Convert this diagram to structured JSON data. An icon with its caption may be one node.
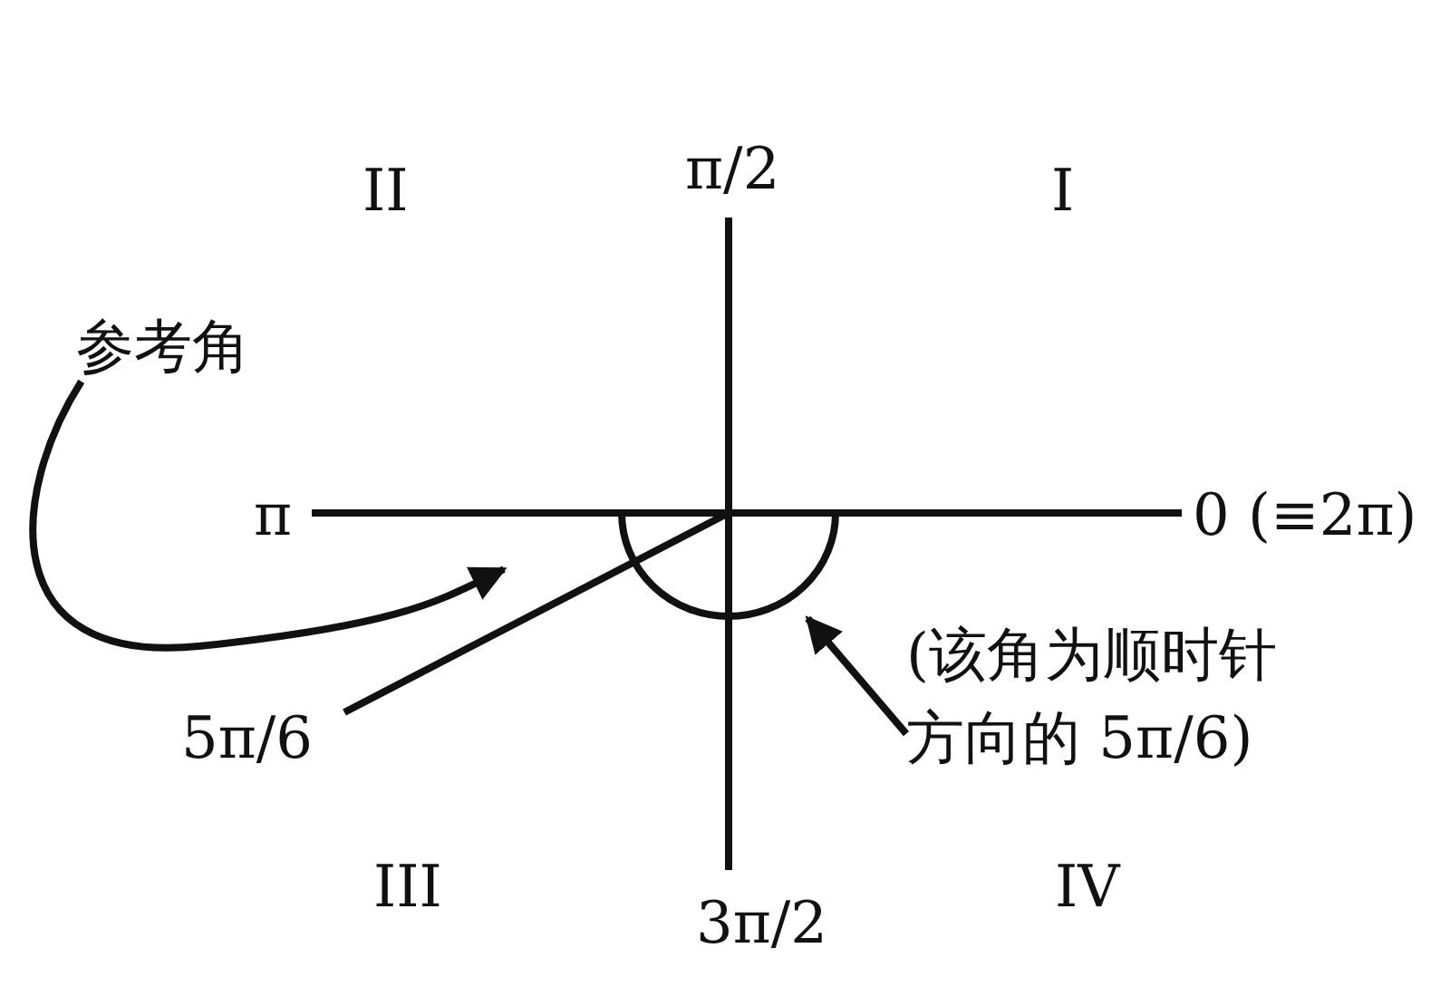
{
  "diagram": {
    "nodes": [
      {
        "text": [
          "参考角"
        ]
      },
      {
        "text": [
          "(该角为顺时针方向的 5π/6)"
        ]
      },
      {
        "text": [],
        "shape": "arc"
      }
    ],
    "edges": [
      {
        "from": 0,
        "to": null,
        "arrow": "to"
      },
      {
        "from": 1,
        "to": 2,
        "arrow": "to"
      }
    ],
    "labels": [
      "π/2",
      "II",
      "I",
      "π",
      "0 (≡2π)",
      "5π/6",
      "III",
      "3π/2",
      "IV"
    ]
  }
}
